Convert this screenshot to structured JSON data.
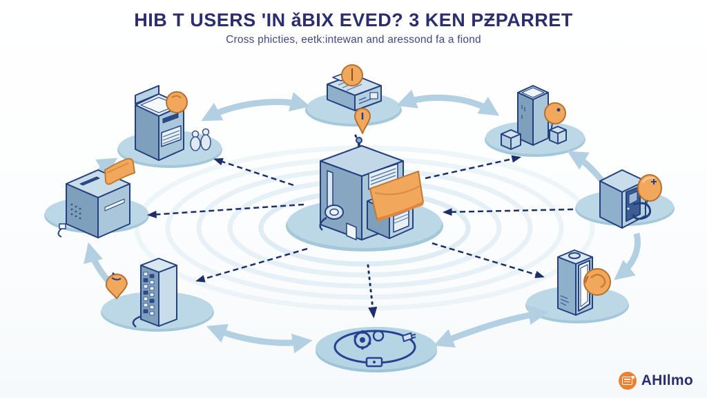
{
  "header": {
    "title": "HIB T USERS 'IN ǎBIX EVED? 3 KEN PƵPARRET",
    "subtitle": "Cross phicties, eetk:intewan and aressond fa a fiond"
  },
  "hub": {
    "id": "central-factory",
    "icon": "factory-building-icon",
    "description": "isometric factory hub with orange awning, antenna, vents and garage door on ripple rings"
  },
  "nodes": [
    {
      "id": "ticket-kiosk",
      "position": "top-left",
      "icon": "kiosk-with-coin-icon",
      "accents": [
        "orange-coin",
        "two-small-figures"
      ]
    },
    {
      "id": "cash-register",
      "position": "top-center",
      "icon": "register-with-dial-icon",
      "accents": [
        "orange-dial",
        "orange-location-pin"
      ]
    },
    {
      "id": "parcel-tower",
      "position": "top-right",
      "icon": "tower-with-sign-icon",
      "accents": [
        "orange-round-sign",
        "parcel-boxes"
      ]
    },
    {
      "id": "ballot-box",
      "position": "left",
      "icon": "cube-box-with-card-icon",
      "accents": [
        "orange-card",
        "power-plug"
      ]
    },
    {
      "id": "hex-booth",
      "position": "right",
      "icon": "booth-with-balloon-icon",
      "accents": [
        "orange-balloon",
        "letter-G-sketch"
      ]
    },
    {
      "id": "server-rack",
      "position": "bottom-left",
      "icon": "rack-with-teardrop-icon",
      "accents": [
        "orange-teardrop-face",
        "cable"
      ]
    },
    {
      "id": "cabinet",
      "position": "bottom-right",
      "icon": "cabinet-with-token-icon",
      "accents": [
        "orange-token"
      ]
    },
    {
      "id": "process-disc",
      "position": "bottom-center",
      "icon": "gears-disc-icon",
      "accents": [
        "gear-sketch",
        "cassette-sketch"
      ]
    }
  ],
  "connections": {
    "ring": [
      {
        "from": "ticket-kiosk",
        "to": "cash-register",
        "bidirectional": true
      },
      {
        "from": "cash-register",
        "to": "parcel-tower",
        "bidirectional": true
      },
      {
        "from": "hex-booth",
        "to": "parcel-tower",
        "bidirectional": false
      },
      {
        "from": "hex-booth",
        "to": "cabinet",
        "bidirectional": false
      },
      {
        "from": "cabinet",
        "to": "process-disc",
        "bidirectional": true
      },
      {
        "from": "server-rack",
        "to": "process-disc",
        "bidirectional": true
      },
      {
        "from": "server-rack",
        "to": "ballot-box",
        "bidirectional": false
      },
      {
        "from": "ballot-box",
        "to": "ticket-kiosk",
        "bidirectional": false
      }
    ],
    "spokes_style": "navy-dashed-arrows-between-hub-and-every-node"
  },
  "logo": {
    "text": "AHIlmo",
    "icon": "orange-receipt-badge-icon",
    "icon_color": "#f08030",
    "text_color": "#2b2e6e"
  },
  "colors": {
    "title_navy": "#2b2e6e",
    "outline_navy": "#23407e",
    "dashed_arrow_navy": "#1c2f6b",
    "face_dark_blue": "#7fa0bd",
    "face_mid_blue": "#a9c6db",
    "face_light_blue": "#c9dce9",
    "ellipse_blue": "#bcd8e7",
    "ripple_blue": "#dcebf4",
    "ring_arrow_blue": "#b2d0e2",
    "accent_orange": "#f2a85c",
    "accent_orange_dark": "#e2873f",
    "background": "#ffffff"
  }
}
